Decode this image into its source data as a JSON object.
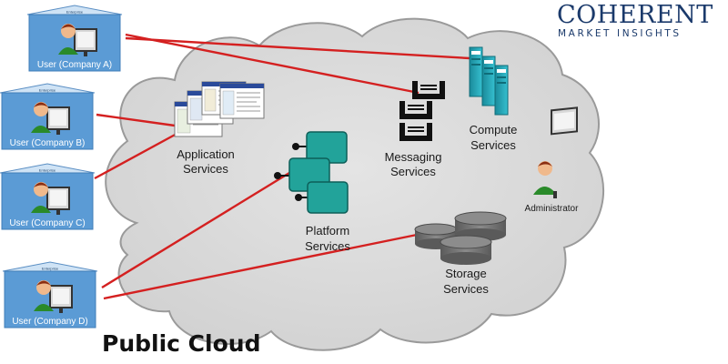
{
  "logo": {
    "name": "COHERENT",
    "tagline": "MARKET INSIGHTS"
  },
  "title": "Public Cloud",
  "users": [
    {
      "label": "User (Company A)"
    },
    {
      "label": "User (Company B)"
    },
    {
      "label": "User (Company C)"
    },
    {
      "label": "User (Company D)"
    }
  ],
  "users_roof_text": "Enterprise",
  "services": {
    "application": [
      "Application",
      "Services"
    ],
    "messaging": [
      "Messaging",
      "Services"
    ],
    "compute": [
      "Compute",
      "Services"
    ],
    "platform": [
      "Platform",
      "Services"
    ],
    "storage": [
      "Storage",
      "Services"
    ]
  },
  "administrator": "Administrator",
  "colors": {
    "cloud": "#dcdcdc",
    "connection": "#d42020",
    "user_box": "#5b9bd5",
    "platform_block": "#22a39a",
    "compute_rack": "#24a7b8",
    "storage_disk": "#707070",
    "logo": "#1b3a6b"
  }
}
